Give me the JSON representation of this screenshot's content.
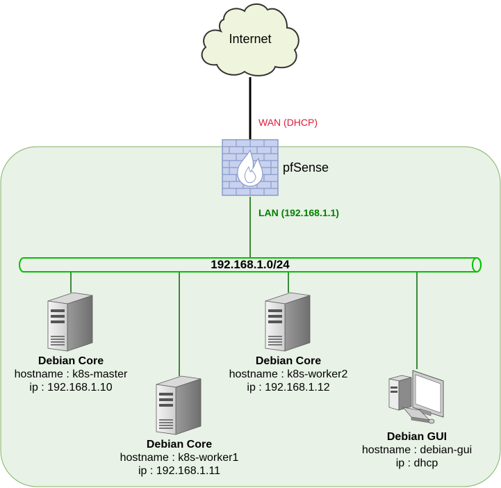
{
  "internet": {
    "label": "Internet"
  },
  "firewall": {
    "label": "pfSense",
    "wan_label": "WAN (DHCP)",
    "lan_label": "LAN (192.168.1.1)"
  },
  "network": {
    "label": "192.168.1.0/24"
  },
  "hosts": [
    {
      "title": "Debian Core",
      "hostname": "hostname : k8s-master",
      "ip": "ip : 192.168.1.10"
    },
    {
      "title": "Debian Core",
      "hostname": "hostname : k8s-worker1",
      "ip": "ip : 192.168.1.11"
    },
    {
      "title": "Debian Core",
      "hostname": "hostname : k8s-worker2",
      "ip": "ip : 192.168.1.12"
    },
    {
      "title": "Debian GUI",
      "hostname": "hostname : debian-gui",
      "ip": "ip : dhcp"
    }
  ],
  "colors": {
    "zone_fill": "#e8f2e6",
    "zone_stroke": "#82b366",
    "network_stroke": "#00c000",
    "link_green": "#006600",
    "wan_red": "#e0193a",
    "lan_green": "#008000",
    "cloud_fill": "#eef5dc",
    "firewall_blue": "#8899cc"
  }
}
